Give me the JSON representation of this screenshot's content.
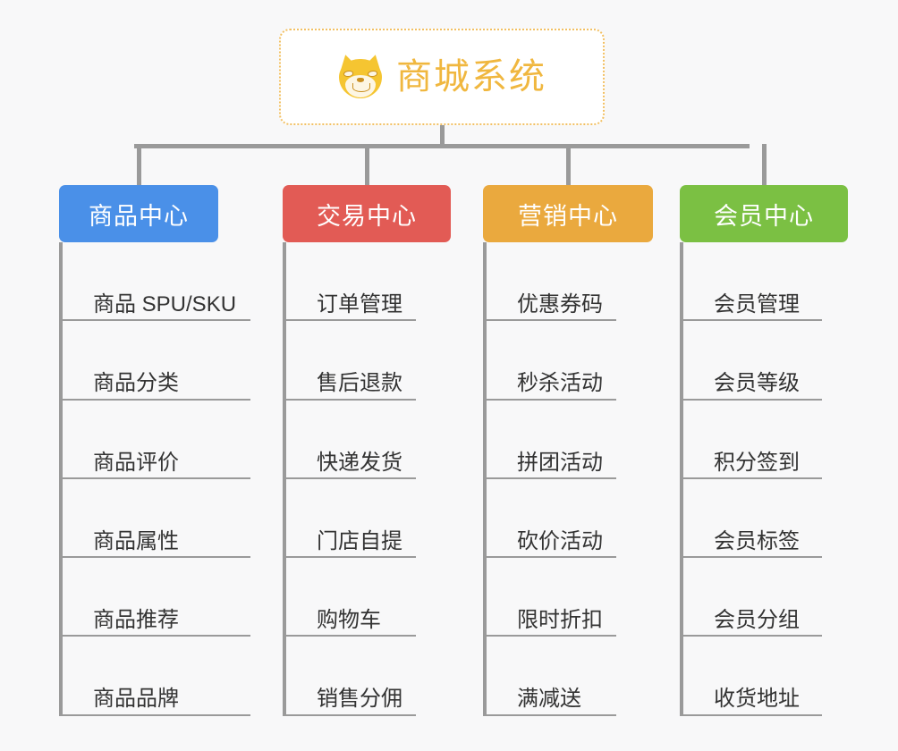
{
  "background_color": "#f8f8f9",
  "root": {
    "icon": "shiba-dog-face-emoji",
    "title": "商城系统",
    "title_color": "#f0b73f",
    "border_color": "#f2c063"
  },
  "connector_color": "#9a9a9a",
  "columns": [
    {
      "key": "product-center",
      "header": "商品中心",
      "color": "#4a90e8",
      "items": [
        "商品 SPU/SKU",
        "商品分类",
        "商品评价",
        "商品属性",
        "商品推荐",
        "商品品牌"
      ]
    },
    {
      "key": "trade-center",
      "header": "交易中心",
      "color": "#e25b55",
      "items": [
        "订单管理",
        "售后退款",
        "快递发货",
        "门店自提",
        "购物车",
        "销售分佣"
      ]
    },
    {
      "key": "marketing-center",
      "header": "营销中心",
      "color": "#eaa93e",
      "items": [
        "优惠券码",
        "秒杀活动",
        "拼团活动",
        "砍价活动",
        "限时折扣",
        "满减送"
      ]
    },
    {
      "key": "member-center",
      "header": "会员中心",
      "color": "#7bc043",
      "items": [
        "会员管理",
        "会员等级",
        "积分签到",
        "会员标签",
        "会员分组",
        "收货地址"
      ]
    }
  ]
}
